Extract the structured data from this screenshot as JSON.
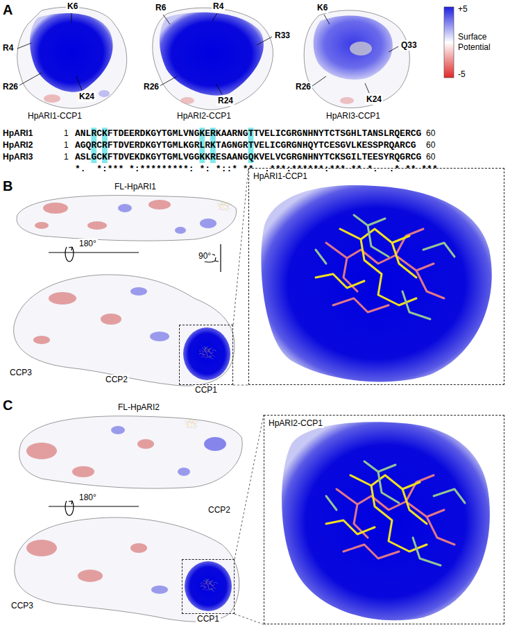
{
  "diagram": {
    "nodes": [
      {
        "text": [
          "HpARI1-CCP1"
        ]
      },
      {
        "text": [
          "CCP1"
        ]
      },
      {
        "text": [
          "HpARI2-CCP1"
        ]
      },
      {
        "text": [
          "CCP1"
        ]
      }
    ],
    "edges": [
      {
        "from": 1,
        "to": 0,
        "arrow": "none"
      },
      {
        "from": 3,
        "to": 2,
        "arrow": "none"
      }
    ],
    "labels": [
      "A",
      "K6",
      "R4",
      "R26",
      "K24",
      "R6",
      "R4",
      "R33",
      "R26",
      "R24",
      "K6",
      "Q33",
      "R26",
      "K24",
      "+5",
      "Surface Potential",
      "-5",
      "HpARI1-CCP1",
      "HpARI2-CCP1",
      "HpARI3-CCP1",
      "HpARI1",
      "1",
      "ANLRCKFTDEERDKGYTGMLVNGKERKAARNGTTVELICGRGNHNYTCTSGHLTANSLRQERCG",
      "60",
      "HpARI2",
      "1",
      "AGQRCRFTDVERDKGYTGMLKGRLRKTAGNGRTVELICGRGNHQYTCESGVLKESSPRQARCG",
      "60",
      "HpARI3",
      "1",
      "ASLGCKFTDVEKDKGYTGMLVGGKKRESAANGQKVELVCGRGNHNYTCKSGILTEESYRQGRCG",
      "60",
      "*.  *:*** *:*********: *: *::* **  .***:******:*** ** *.  .* ** ***",
      "B",
      "FL-HpARI1",
      "180°",
      "90°",
      "CCP3",
      "CCP2",
      "C",
      "FL-HpARI2",
      "180°",
      "CCP2",
      "CCP3"
    ]
  }
}
